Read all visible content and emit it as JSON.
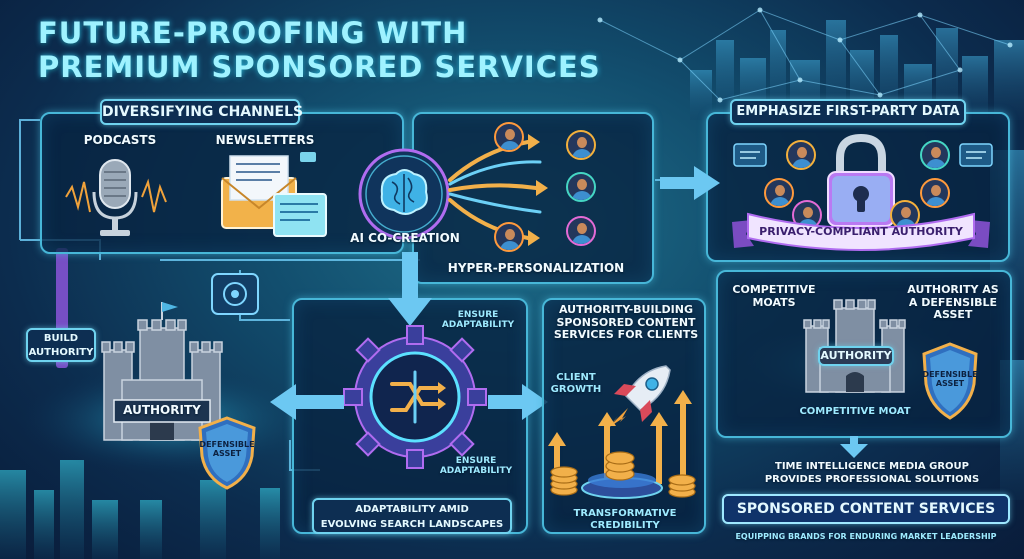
{
  "title": {
    "line1": "FUTURE-PROOFING WITH",
    "line2": "PREMIUM SPONSORED SERVICES"
  },
  "channels": {
    "header": "DIVERSIFYING CHANNELS",
    "podcasts": "PODCASTS",
    "newsletters": "NEWSLETTERS"
  },
  "ai": {
    "co_creation": "AI CO-CREATION",
    "hyper_personalization": "HYPER-PERSONALIZATION"
  },
  "first_party": {
    "header": "EMPHASIZE FIRST-PARTY DATA",
    "banner": "PRIVACY-COMPLIANT AUTHORITY"
  },
  "authority_left": {
    "build_line1": "BUILD",
    "build_line2": "AUTHORITY",
    "castle": "AUTHORITY",
    "shield_line1": "DEFENSIBLE",
    "shield_line2": "ASSET"
  },
  "adaptability": {
    "ensure_top_line1": "ENSURE",
    "ensure_top_line2": "ADAPTABILITY",
    "ensure_bottom_line1": "ENSURE",
    "ensure_bottom_line2": "ADAPTABILITY",
    "caption_line1": "ADAPTABILITY AMID",
    "caption_line2": "EVOLVING SEARCH LANDSCAPES"
  },
  "sponsored_services": {
    "header_line1": "AUTHORITY-BUILDING",
    "header_line2": "SPONSORED CONTENT",
    "header_line3": "SERVICES FOR CLIENTS",
    "growth_line1": "CLIENT",
    "growth_line2": "GROWTH",
    "credibility_line1": "TRANSFORMATIVE",
    "credibility_line2": "CREDIBILITY"
  },
  "moats": {
    "competitive_line1": "COMPETITIVE",
    "competitive_line2": "MOATS",
    "authority_asset_line1": "AUTHORITY AS",
    "authority_asset_line2": "A DEFENSIBLE",
    "authority_asset_line3": "ASSET",
    "castle": "AUTHORITY",
    "shield_line1": "DEFENSIBLE",
    "shield_line2": "ASSET",
    "moat_label": "COMPETITIVE MOAT"
  },
  "footer": {
    "provider_line1": "TIME INTELLIGENCE MEDIA GROUP",
    "provider_line2": "PROVIDES PROFESSIONAL SOLUTIONS",
    "cta": "SPONSORED CONTENT SERVICES",
    "tagline": "EQUIPPING BRANDS FOR ENDURING MARKET LEADERSHIP"
  },
  "colors": {
    "accent_cyan": "#47b7d8",
    "glow_purple": "#b06cf0",
    "arrow_blue": "#6cc8f2",
    "gold": "#f4b13c"
  },
  "icons": [
    "microphone-icon",
    "newsletter-envelope-icon",
    "ai-brain-icon",
    "padlock-icon",
    "castle-icon",
    "shield-icon",
    "gear-icon",
    "rocket-icon",
    "coin-stack-icon",
    "avatar-icon"
  ]
}
